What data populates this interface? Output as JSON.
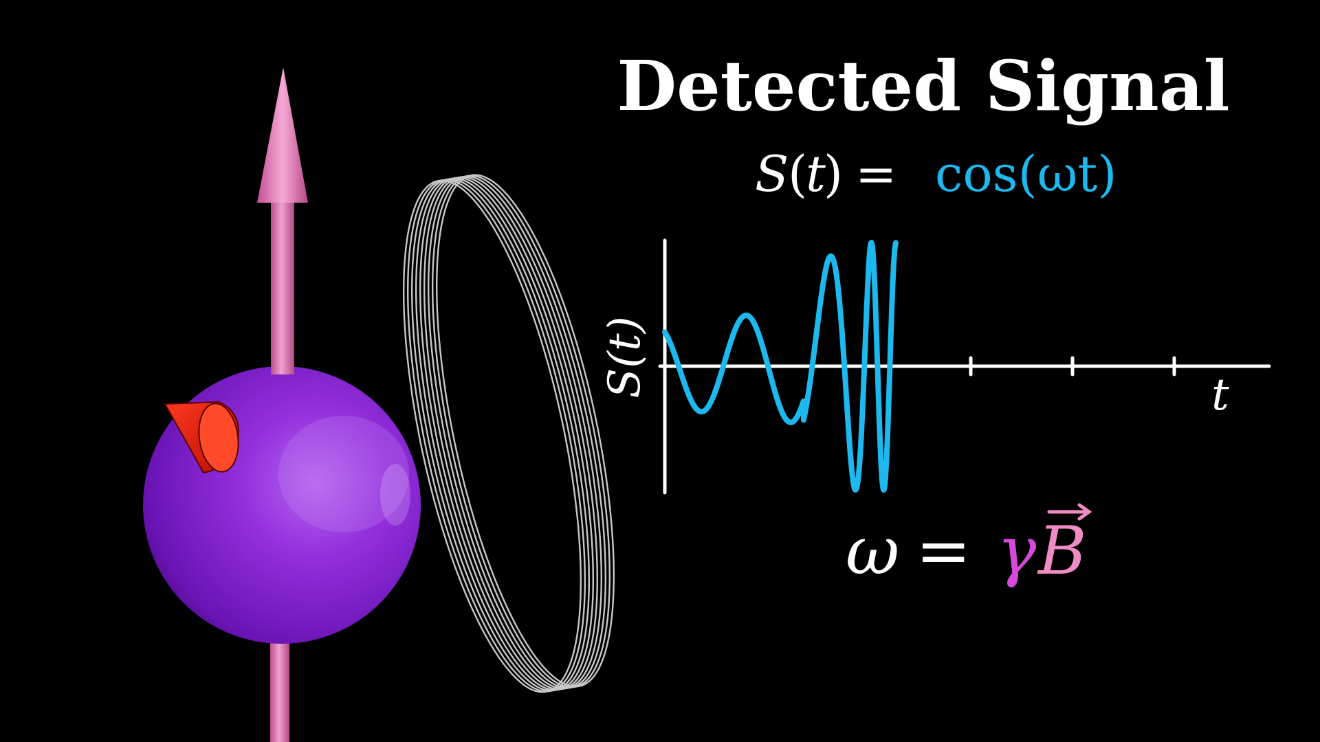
{
  "title": "Detected Signal",
  "signal_equation": {
    "lhs_symbol": "S",
    "lhs_arg": "t",
    "equals": "=",
    "rhs": "cos(ωt)"
  },
  "frequency_equation": {
    "lhs": "ω",
    "equals": "=",
    "gamma": "γ",
    "field": "B"
  },
  "axes": {
    "ylabel": "S(t)",
    "xlabel": "t"
  },
  "colors": {
    "background": "#000000",
    "text": "#ffffff",
    "signal": "#1cb8ee",
    "gamma": "#d54ad9",
    "field": "#f08cc4",
    "sphere": "#8d2ad6",
    "spin_arrow": "#e07ab8",
    "cone": "#e01a0a",
    "coil": "#bdbdbd"
  },
  "icons": {
    "particle": "spinning-sphere",
    "magnetization": "up-arrow",
    "marker": "red-cone",
    "detector": "pickup-coil"
  }
}
